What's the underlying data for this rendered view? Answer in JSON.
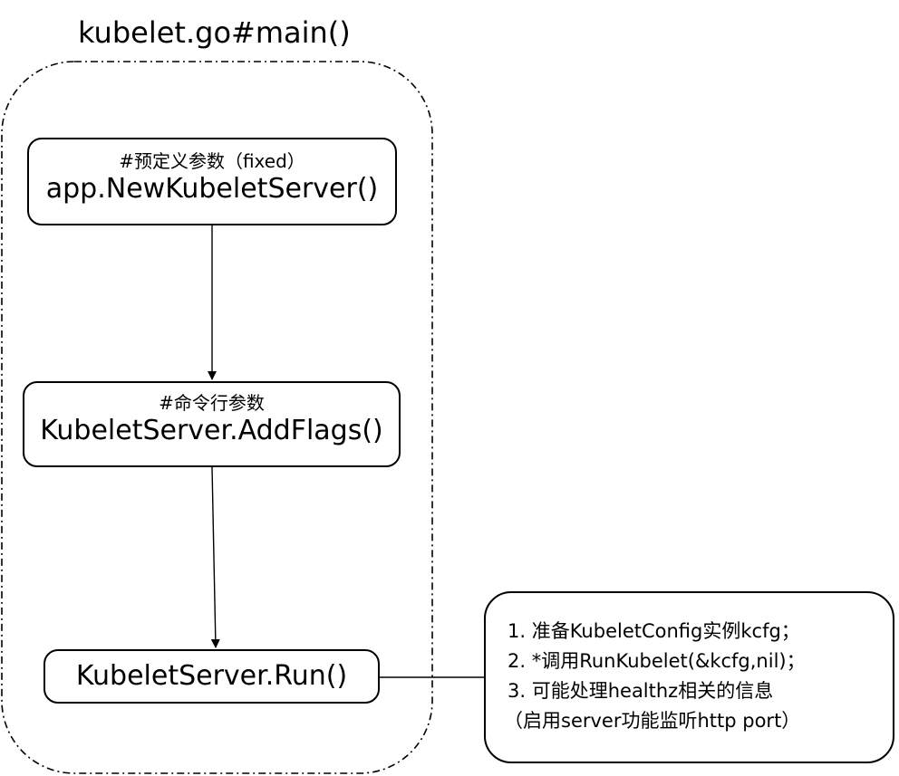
{
  "diagram": {
    "title": "kubelet.go#main()",
    "steps": [
      {
        "note": "#预定义参数（fixed）",
        "label": "app.NewKubeletServer()"
      },
      {
        "note": "#命令行参数",
        "label": "KubeletServer.AddFlags()"
      },
      {
        "label": "KubeletServer.Run()"
      }
    ],
    "run_notes": [
      "1. 准备KubeletConfig实例kcfg；",
      "2. *调用RunKubelet(&kcfg,nil)；",
      "3. 可能处理healthz相关的信息",
      "（启用server功能监听http port）"
    ]
  }
}
